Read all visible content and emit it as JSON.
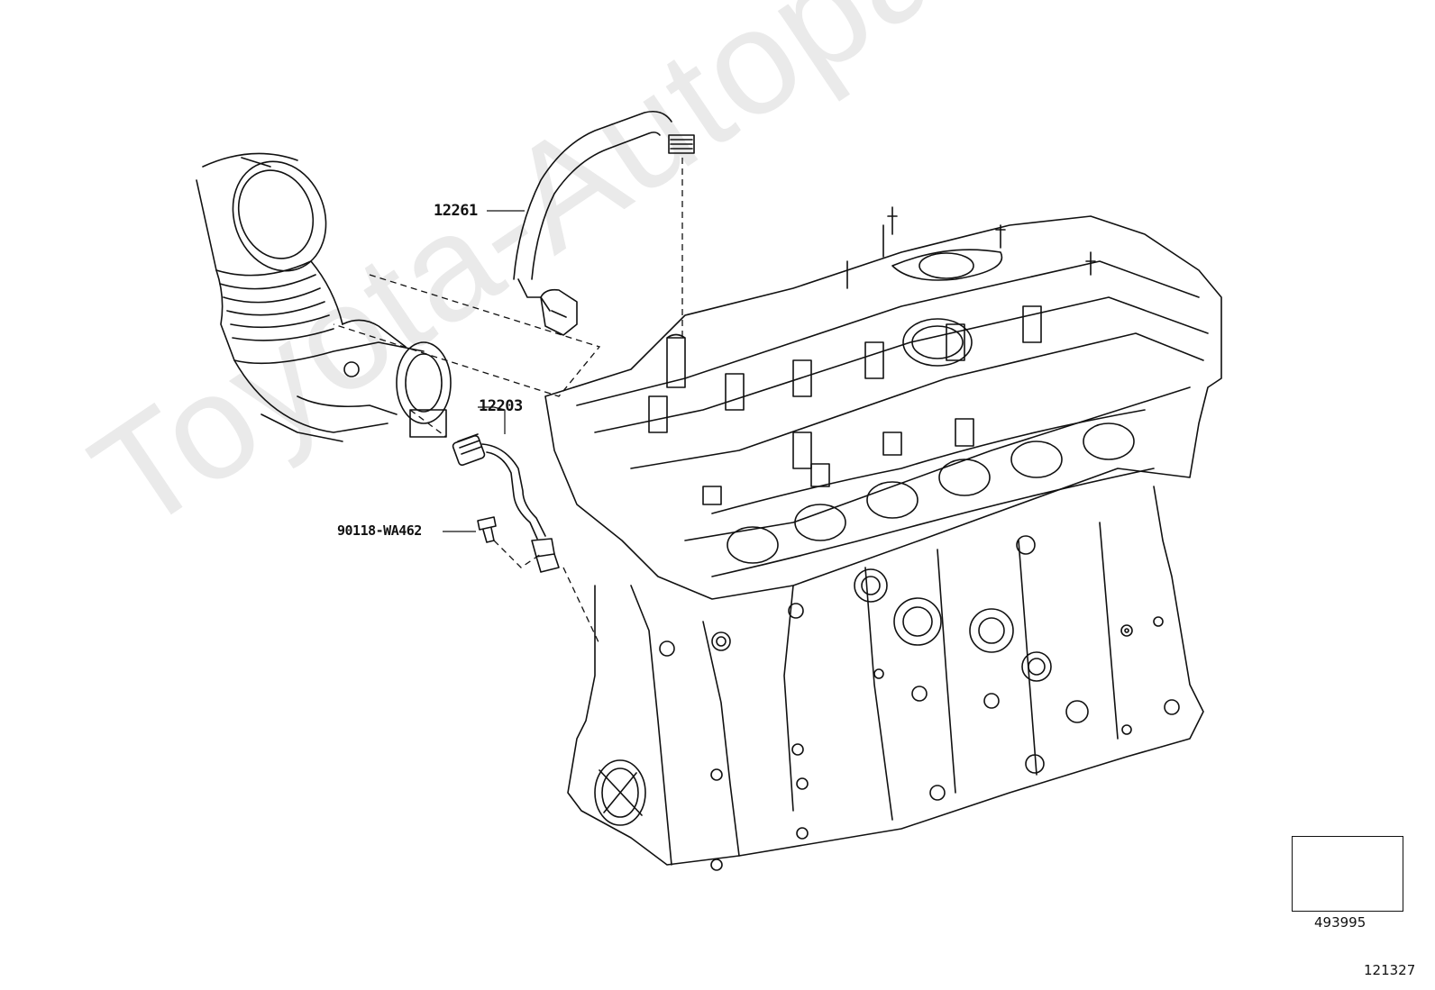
{
  "watermark": "Toyota-Autoparts.ru",
  "callouts": {
    "hose_upper": "12261",
    "tube_lower": "12203",
    "bolt": "90118-WA462"
  },
  "navigation": {
    "ref_code": "493995",
    "icon": "arrow-down-left-icon"
  },
  "page_code": "121327"
}
